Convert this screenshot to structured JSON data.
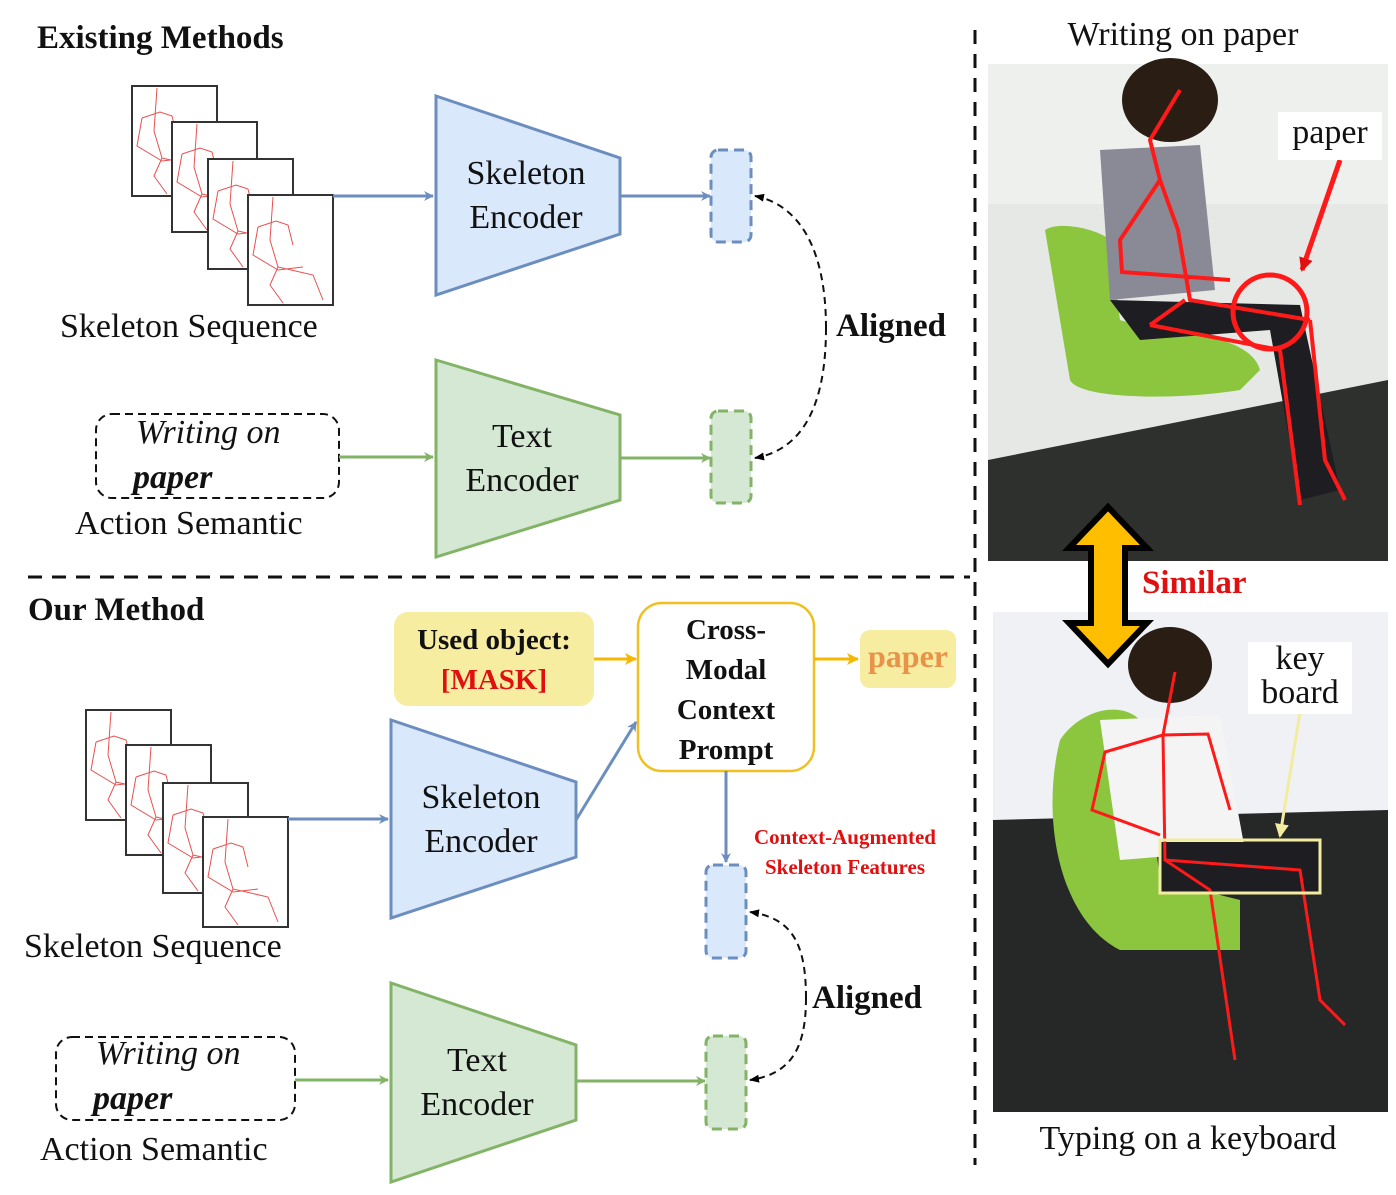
{
  "existing": {
    "title": "Existing Methods",
    "skeleton_label": "Skeleton Sequence",
    "skeleton_encoder": [
      "Skeleton",
      "Encoder"
    ],
    "text_encoder": [
      "Text",
      "Encoder"
    ],
    "semantic_line1": "Writing on",
    "semantic_line2": "paper",
    "semantic_label": "Action Semantic",
    "aligned": "Aligned"
  },
  "ours": {
    "title": "Our Method",
    "used_object_label": "Used object:",
    "mask_token": "[MASK]",
    "prompt_lines": [
      "Cross-",
      "Modal",
      "Context",
      "Prompt"
    ],
    "output_word": "paper",
    "context_features": [
      "Context-Augmented",
      "Skeleton Features"
    ],
    "skeleton_label": "Skeleton Sequence",
    "skeleton_encoder": [
      "Skeleton",
      "Encoder"
    ],
    "text_encoder": [
      "Text",
      "Encoder"
    ],
    "semantic_line1": "Writing on",
    "semantic_line2": "paper",
    "semantic_label": "Action Semantic",
    "aligned": "Aligned"
  },
  "right_panel": {
    "top_caption": "Writing on paper",
    "top_object_label": "paper",
    "similar_label": "Similar",
    "bottom_object_label": [
      "key",
      "board"
    ],
    "bottom_caption": "Typing on a keyboard"
  },
  "colors": {
    "skeleton_fill": "#dae8fc",
    "skeleton_stroke": "#6c8ebf",
    "text_fill": "#d5e8d4",
    "text_stroke": "#82b366",
    "prompt_stroke": "#f0c020",
    "mask_box": "#f6eda0",
    "red": "#e01010",
    "orange_text": "#e8924a",
    "similar_arrow": "#ffbf00"
  }
}
